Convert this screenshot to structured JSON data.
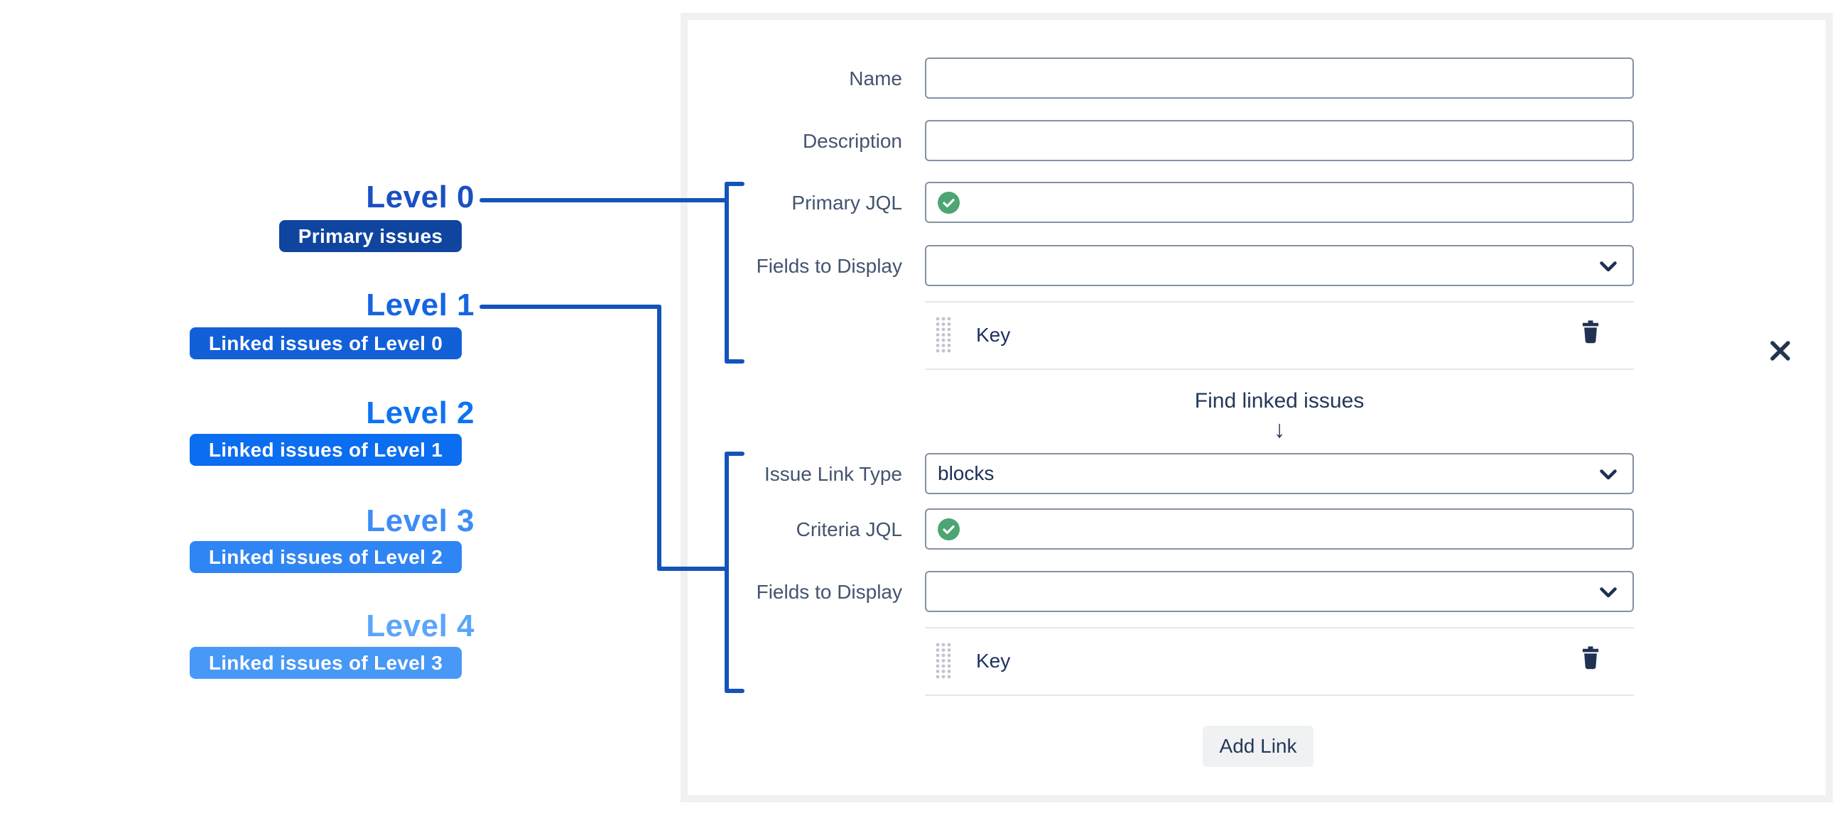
{
  "legend": {
    "levels": [
      {
        "title": "Level 0",
        "badge": "Primary issues",
        "title_color": "#1A50C2",
        "badge_color": "#0F459F"
      },
      {
        "title": "Level 1",
        "badge": "Linked issues of Level 0",
        "title_color": "#1565E2",
        "badge_color": "#1160D8"
      },
      {
        "title": "Level 2",
        "badge": "Linked issues of Level 1",
        "title_color": "#0D73F2",
        "badge_color": "#0B6DF0"
      },
      {
        "title": "Level 3",
        "badge": "Linked issues of Level 2",
        "title_color": "#3D8DF6",
        "badge_color": "#2F85F4"
      },
      {
        "title": "Level 4",
        "badge": "Linked issues of Level 3",
        "title_color": "#5CA5F9",
        "badge_color": "#4798F7"
      }
    ],
    "connector_color": "#1254B8"
  },
  "form": {
    "labels": {
      "name": "Name",
      "description": "Description",
      "primary_jql": "Primary JQL",
      "fields_to_display": "Fields to Display",
      "issue_link_type": "Issue Link Type",
      "criteria_jql": "Criteria JQL",
      "fields_to_display_2": "Fields to Display"
    },
    "values": {
      "name": "",
      "description": "",
      "primary_jql": "",
      "fields_to_display": "",
      "issue_link_type": "blocks",
      "criteria_jql": "",
      "fields_to_display_2": ""
    },
    "key_rows": [
      {
        "field": "Key"
      },
      {
        "field": "Key"
      }
    ],
    "heading": {
      "text": "Find linked issues",
      "arrow": "↓"
    },
    "buttons": {
      "add_link": "Add Link"
    }
  },
  "icons": {
    "jql_status": "check-circle-icon",
    "select_caret": "chevron-down-icon",
    "row_drag": "drag-handle-icon",
    "row_delete": "trash-icon",
    "dialog_close": "close-icon"
  },
  "colors": {
    "panel_border": "#F0F1F3",
    "input_border": "#8591A3",
    "label_text": "#44546F",
    "dark_text": "#1D2F55",
    "valid_green": "#4CA572",
    "separator": "#E4E6EA",
    "button_bg": "#F0F1F3"
  }
}
